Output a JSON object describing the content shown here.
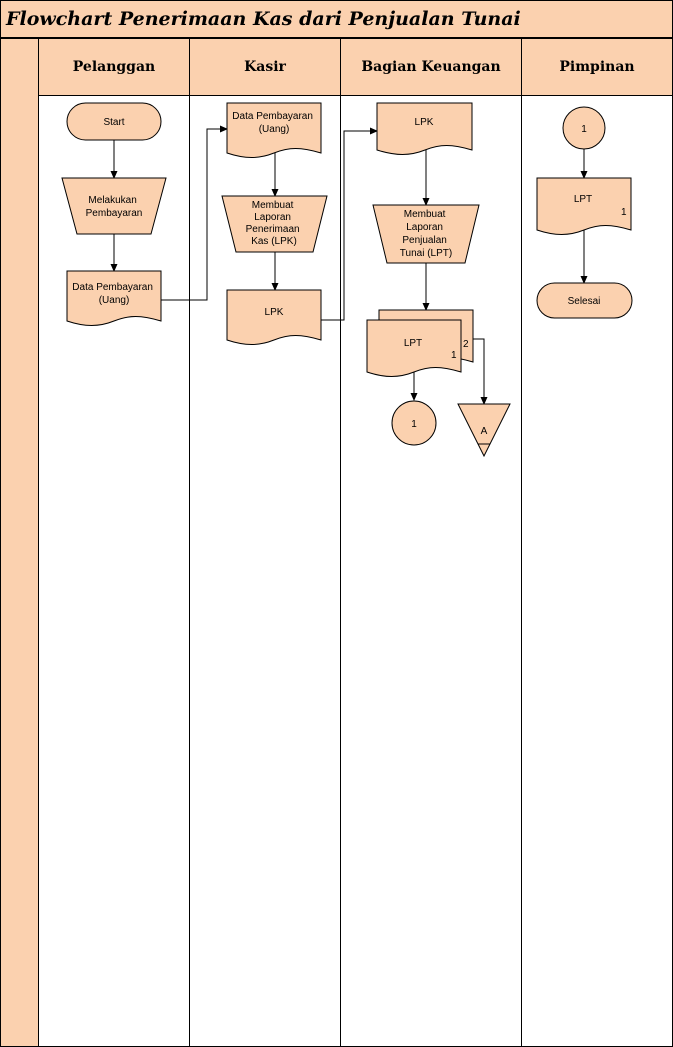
{
  "title": "Flowchart Penerimaan Kas dari Penjualan Tunai",
  "lanes": [
    "Pelanggan",
    "Kasir",
    "Bagian Keuangan",
    "Pimpinan"
  ],
  "nodes": {
    "start": "Start",
    "melakukan": [
      "Melakukan",
      "Pembayaran"
    ],
    "data1": [
      "Data Pembayaran",
      "(Uang)"
    ],
    "data2": [
      "Data Pembayaran",
      "(Uang)"
    ],
    "membuat_lpk": [
      "Membuat",
      "Laporan",
      "Penerimaan",
      "Kas (LPK)"
    ],
    "lpk1": "LPK",
    "lpk2": "LPK",
    "membuat_lpt": [
      "Membuat",
      "Laporan",
      "Penjualan",
      "Tunai (LPT)"
    ],
    "lpt_label": "LPT",
    "lpt_copy1": "1",
    "lpt_copy2": "2",
    "connector_out": "1",
    "archive": "A",
    "connector_in": "1",
    "lpt_pimpinan": "LPT",
    "lpt_pimpinan_copy": "1",
    "selesai": "Selesai"
  },
  "colors": {
    "fill": "#fbd1af",
    "stroke": "#000000"
  }
}
